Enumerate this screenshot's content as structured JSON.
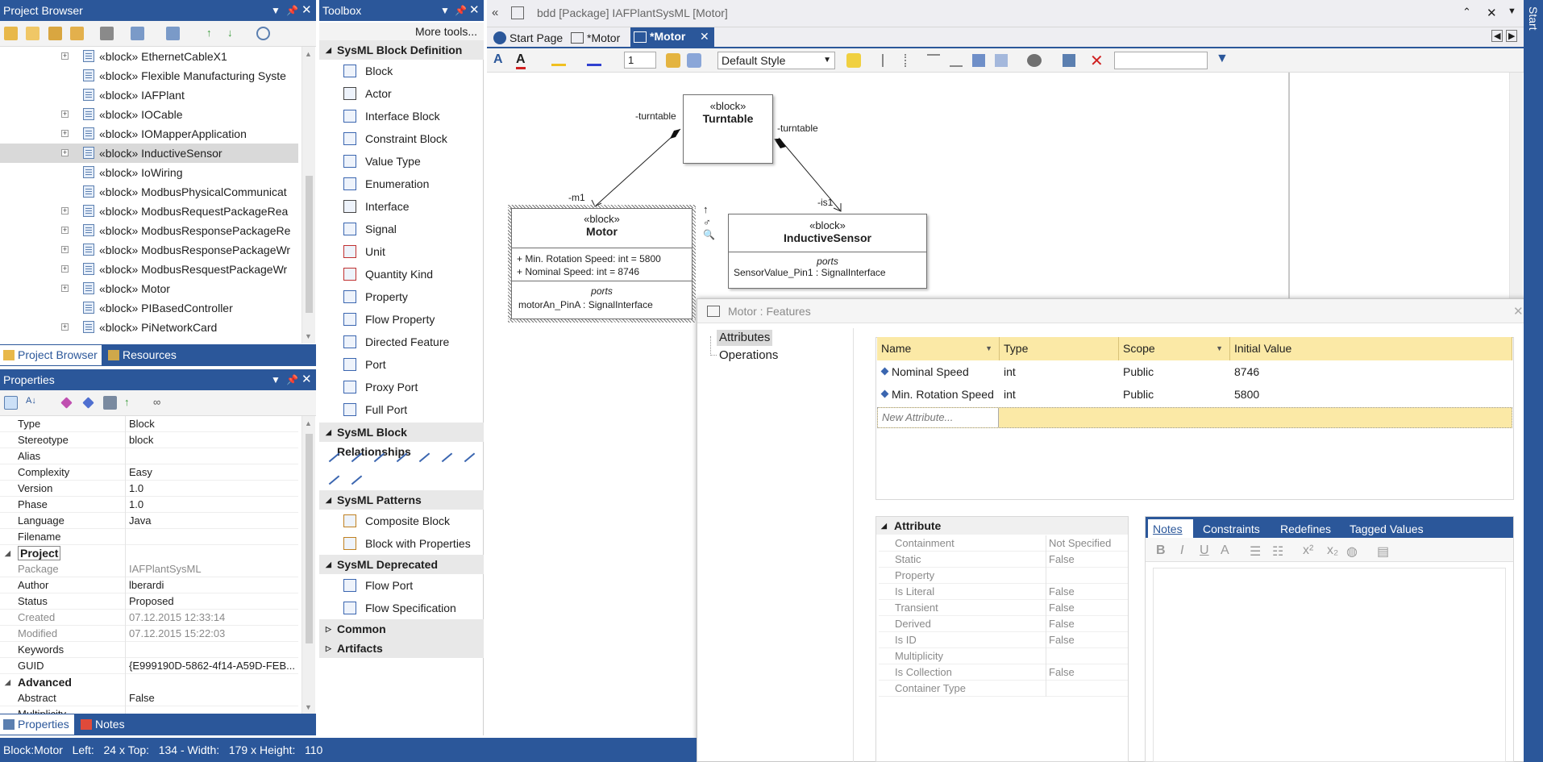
{
  "project_browser": {
    "title": "Project Browser",
    "items": [
      {
        "label": "«block» EthernetCableX1",
        "expandable": true
      },
      {
        "label": "«block» Flexible Manufacturing Syste",
        "expandable": false
      },
      {
        "label": "«block» IAFPlant",
        "expandable": false
      },
      {
        "label": "«block» IOCable",
        "expandable": true
      },
      {
        "label": "«block» IOMapperApplication",
        "expandable": true
      },
      {
        "label": "«block» InductiveSensor",
        "expandable": true,
        "selected": true
      },
      {
        "label": "«block» IoWiring",
        "expandable": false
      },
      {
        "label": "«block» ModbusPhysicalCommunicat",
        "expandable": false
      },
      {
        "label": "«block» ModbusRequestPackageRea",
        "expandable": true
      },
      {
        "label": "«block» ModbusResponsePackageRe",
        "expandable": true
      },
      {
        "label": "«block» ModbusResponsePackageWr",
        "expandable": true
      },
      {
        "label": "«block» ModbusResquestPackageWr",
        "expandable": true
      },
      {
        "label": "«block» Motor",
        "expandable": true
      },
      {
        "label": "«block» PIBasedController",
        "expandable": false
      },
      {
        "label": "«block» PiNetworkCard",
        "expandable": true
      }
    ],
    "tabs": [
      "Project Browser",
      "Resources"
    ]
  },
  "properties": {
    "title": "Properties",
    "rows": [
      {
        "k": "Type",
        "v": "Block"
      },
      {
        "k": "Stereotype",
        "v": "block"
      },
      {
        "k": "Alias",
        "v": ""
      },
      {
        "k": "Complexity",
        "v": "Easy"
      },
      {
        "k": "Version",
        "v": "1.0"
      },
      {
        "k": "Phase",
        "v": "1.0"
      },
      {
        "k": "Language",
        "v": "Java"
      },
      {
        "k": "Filename",
        "v": ""
      }
    ],
    "project_category": "Project",
    "project_rows": [
      {
        "k": "Package",
        "v": "IAFPlantSysML",
        "grey": true
      },
      {
        "k": "Author",
        "v": "lberardi",
        "grey": false
      },
      {
        "k": "Status",
        "v": "Proposed",
        "grey": false
      },
      {
        "k": "Created",
        "v": "07.12.2015 12:33:14",
        "grey": true
      },
      {
        "k": "Modified",
        "v": "07.12.2015 15:22:03",
        "grey": true
      },
      {
        "k": "Keywords",
        "v": "",
        "grey": false
      },
      {
        "k": "GUID",
        "v": "{E999190D-5862-4f14-A59D-FEB...",
        "grey": false
      }
    ],
    "advanced_category": "Advanced",
    "advanced_rows": [
      {
        "k": "Abstract",
        "v": "False"
      },
      {
        "k": "Multiplicity",
        "v": ""
      }
    ],
    "tabs": [
      "Properties",
      "Notes"
    ]
  },
  "toolbox": {
    "title": "Toolbox",
    "more_tools": "More tools...",
    "sec_block_def": "SysML Block Definition",
    "block_def_items": [
      "Block",
      "Actor",
      "Interface Block",
      "Constraint Block",
      "Value Type",
      "Enumeration",
      "Interface",
      "Signal",
      "Unit",
      "Quantity Kind",
      "Property",
      "Flow Property",
      "Directed Feature",
      "Port",
      "Proxy Port",
      "Full Port"
    ],
    "sec_relationships": "SysML Block Relationships",
    "sec_patterns": "SysML Patterns",
    "pattern_items": [
      "Composite Block",
      "Block with Properties"
    ],
    "sec_deprecated": "SysML Deprecated",
    "deprecated_items": [
      "Flow Port",
      "Flow Specification"
    ],
    "sec_common": "Common",
    "sec_artifacts": "Artifacts"
  },
  "diagram": {
    "window_title": "bdd [Package] IAFPlantSysML [Motor]",
    "tabs": [
      "Start Page",
      "*Motor",
      "*Motor"
    ],
    "style_select": "Default Style",
    "line_width": "1",
    "turntable": {
      "stereotype": "«block»",
      "name": "Turntable"
    },
    "motor": {
      "stereotype": "«block»",
      "name": "Motor",
      "attr1": "+ Min. Rotation Speed: int = 5800",
      "attr2": "+ Nominal Speed: int = 8746",
      "ports_label": "ports",
      "port": "motorAn_PinA : SignalInterface"
    },
    "sensor": {
      "stereotype": "«block»",
      "name": "InductiveSensor",
      "ports_label": "ports",
      "port": "SensorValue_Pin1 : SignalInterface"
    },
    "role_turntable_left": "-turntable",
    "role_turntable_right": "-turntable",
    "role_m1": "-m1",
    "role_is1": "-is1"
  },
  "features": {
    "title": "Motor : Features",
    "tree": [
      "Attributes",
      "Operations"
    ],
    "columns": [
      "Name",
      "Type",
      "Scope",
      "Initial Value"
    ],
    "rows": [
      {
        "name": "Nominal Speed",
        "type": "int",
        "scope": "Public",
        "initial": "8746"
      },
      {
        "name": "Min. Rotation Speed",
        "type": "int",
        "scope": "Public",
        "initial": "5800"
      }
    ],
    "new_placeholder": "New Attribute...",
    "attribute_section": "Attribute",
    "attribute_props": [
      {
        "k": "Containment",
        "v": "Not Specified"
      },
      {
        "k": "Static",
        "v": "False"
      },
      {
        "k": "Property",
        "v": ""
      },
      {
        "k": "Is Literal",
        "v": "False"
      },
      {
        "k": "Transient",
        "v": "False"
      },
      {
        "k": "Derived",
        "v": "False"
      },
      {
        "k": "Is ID",
        "v": "False"
      },
      {
        "k": "Multiplicity",
        "v": ""
      },
      {
        "k": "Is Collection",
        "v": "False"
      },
      {
        "k": "Container Type",
        "v": ""
      }
    ],
    "notes_tabs": [
      "Notes",
      "Constraints",
      "Redefines",
      "Tagged Values"
    ]
  },
  "statusbar": {
    "text": "Block:Motor   Left:   24 x Top:   134 - Width:   179 x Height:   110"
  },
  "side_tab": "Start",
  "colors": {
    "accent": "#2b579a",
    "selection": "#cce0f7",
    "header_yellow": "#fbe9a6"
  }
}
